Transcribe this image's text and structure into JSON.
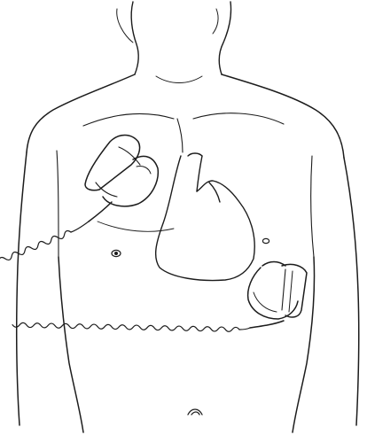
{
  "illustration": {
    "subject": "torso-outline-with-heart-and-two-defibrillator-paddles",
    "background_color": "#ffffff",
    "ink_color": "#1c1c1c",
    "parts": [
      "torso-outline",
      "neck",
      "clavicles",
      "nipples",
      "navel",
      "heart-outline",
      "paddle-sternum",
      "paddle-apex",
      "coiled-cable-sternum",
      "coiled-cable-apex"
    ]
  }
}
